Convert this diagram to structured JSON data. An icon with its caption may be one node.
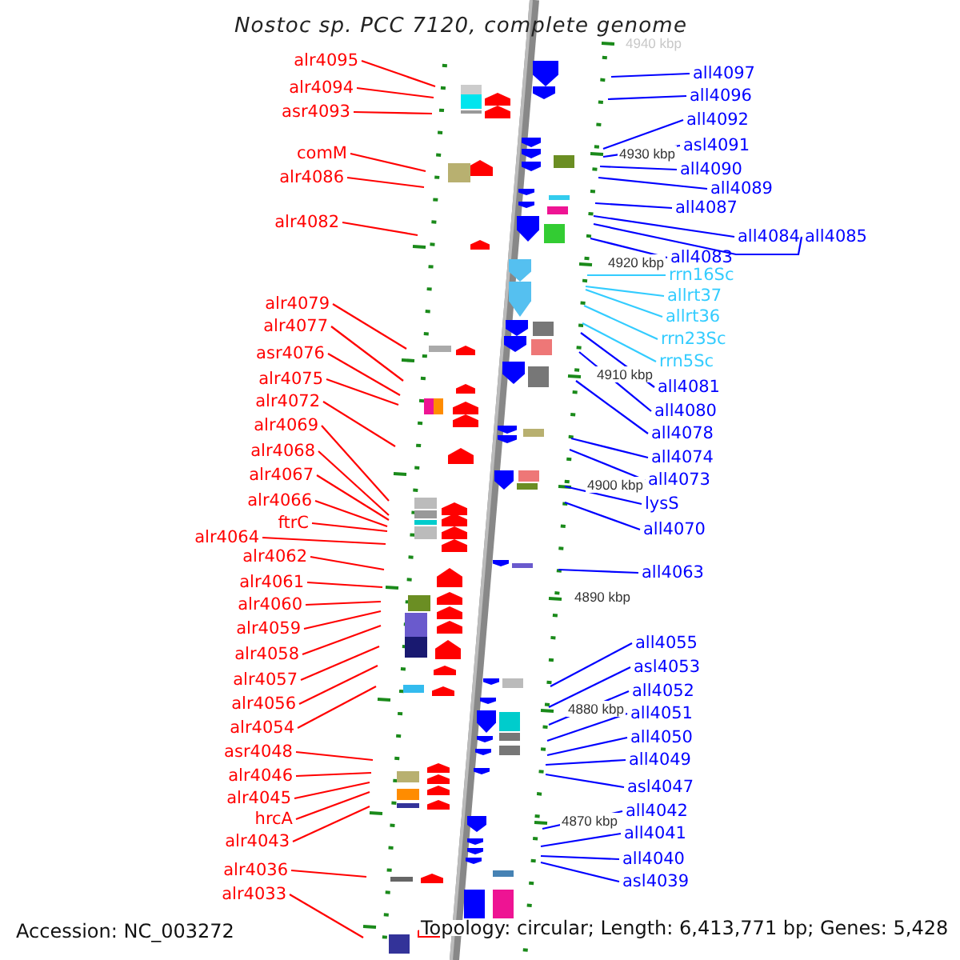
{
  "diagram": {
    "title": "Nostoc sp. PCC 7120, complete genome",
    "nodes": [
      {
        "text": [
          "alr4095"
        ]
      },
      {
        "text": [
          "alr4094"
        ]
      },
      {
        "text": [
          "asr4093"
        ]
      },
      {
        "text": [
          "comM"
        ]
      },
      {
        "text": [
          "alr4086"
        ]
      },
      {
        "text": [
          "alr4082"
        ]
      },
      {
        "text": [
          "alr4079"
        ]
      },
      {
        "text": [
          "alr4077"
        ]
      },
      {
        "text": [
          "asr4076"
        ]
      },
      {
        "text": [
          "alr4075"
        ]
      },
      {
        "text": [
          "alr4072"
        ]
      },
      {
        "text": [
          "alr4069"
        ]
      },
      {
        "text": [
          "alr4068"
        ]
      },
      {
        "text": [
          "alr4067"
        ]
      },
      {
        "text": [
          "alr4066"
        ]
      },
      {
        "text": [
          "ftrC"
        ]
      },
      {
        "text": [
          "alr4064"
        ]
      },
      {
        "text": [
          "alr4062"
        ]
      },
      {
        "text": [
          "alr4061"
        ]
      },
      {
        "text": [
          "alr4060"
        ]
      },
      {
        "text": [
          "alr4059"
        ]
      },
      {
        "text": [
          "alr4058"
        ]
      },
      {
        "text": [
          "alr4057"
        ]
      },
      {
        "text": [
          "alr4056"
        ]
      },
      {
        "text": [
          "alr4054"
        ]
      },
      {
        "text": [
          "asr4048"
        ]
      },
      {
        "text": [
          "alr4046"
        ]
      },
      {
        "text": [
          "alr4045"
        ]
      },
      {
        "text": [
          "hrcA"
        ]
      },
      {
        "text": [
          "alr4043"
        ]
      },
      {
        "text": [
          "alr4036"
        ]
      },
      {
        "text": [
          "alr4033"
        ]
      },
      {
        "text": [
          "all4097"
        ]
      },
      {
        "text": [
          "all4096"
        ]
      },
      {
        "text": [
          "all4092"
        ]
      },
      {
        "text": [
          "asl4091"
        ]
      },
      {
        "text": [
          "all4090"
        ]
      },
      {
        "text": [
          "all4089"
        ]
      },
      {
        "text": [
          "all4087"
        ]
      },
      {
        "text": [
          "all4084"
        ]
      },
      {
        "text": [
          "all4085"
        ]
      },
      {
        "text": [
          "all4083"
        ]
      },
      {
        "text": [
          "rrn16Sc"
        ]
      },
      {
        "text": [
          "allrt37"
        ]
      },
      {
        "text": [
          "allrt36"
        ]
      },
      {
        "text": [
          "rrn23Sc"
        ]
      },
      {
        "text": [
          "rrn5Sc"
        ]
      },
      {
        "text": [
          "all4081"
        ]
      },
      {
        "text": [
          "all4080"
        ]
      },
      {
        "text": [
          "all4078"
        ]
      },
      {
        "text": [
          "all4074"
        ]
      },
      {
        "text": [
          "all4073"
        ]
      },
      {
        "text": [
          "lysS"
        ]
      },
      {
        "text": [
          "all4070"
        ]
      },
      {
        "text": [
          "all4063"
        ]
      },
      {
        "text": [
          "all4055"
        ]
      },
      {
        "text": [
          "asl4053"
        ]
      },
      {
        "text": [
          "all4052"
        ]
      },
      {
        "text": [
          "all4051"
        ]
      },
      {
        "text": [
          "all4050"
        ]
      },
      {
        "text": [
          "all4049"
        ]
      },
      {
        "text": [
          "asl4047"
        ]
      },
      {
        "text": [
          "all4042"
        ]
      },
      {
        "text": [
          "all4041"
        ]
      },
      {
        "text": [
          "all4040"
        ]
      },
      {
        "text": [
          "asl4039"
        ]
      }
    ],
    "edges": [
      {
        "from": 0,
        "to": null,
        "arrow": "none"
      },
      {
        "from": 1,
        "to": null,
        "arrow": "none"
      },
      {
        "from": 2,
        "to": null,
        "arrow": "none"
      },
      {
        "from": 3,
        "to": null,
        "arrow": "none"
      },
      {
        "from": 4,
        "to": null,
        "arrow": "none"
      },
      {
        "from": 5,
        "to": null,
        "arrow": "none"
      },
      {
        "from": 6,
        "to": null,
        "arrow": "none"
      },
      {
        "from": 7,
        "to": null,
        "arrow": "none"
      },
      {
        "from": 8,
        "to": null,
        "arrow": "none"
      },
      {
        "from": 9,
        "to": null,
        "arrow": "none"
      },
      {
        "from": 10,
        "to": null,
        "arrow": "none"
      },
      {
        "from": 11,
        "to": null,
        "arrow": "none"
      },
      {
        "from": 12,
        "to": null,
        "arrow": "none"
      },
      {
        "from": 13,
        "to": null,
        "arrow": "none"
      },
      {
        "from": 14,
        "to": null,
        "arrow": "none"
      },
      {
        "from": 15,
        "to": null,
        "arrow": "none"
      },
      {
        "from": 16,
        "to": null,
        "arrow": "none"
      },
      {
        "from": 17,
        "to": null,
        "arrow": "none"
      },
      {
        "from": 18,
        "to": null,
        "arrow": "none"
      },
      {
        "from": 19,
        "to": null,
        "arrow": "none"
      },
      {
        "from": 20,
        "to": null,
        "arrow": "none"
      },
      {
        "from": 21,
        "to": null,
        "arrow": "none"
      },
      {
        "from": 22,
        "to": null,
        "arrow": "none"
      },
      {
        "from": 23,
        "to": null,
        "arrow": "none"
      },
      {
        "from": 24,
        "to": null,
        "arrow": "none"
      },
      {
        "from": 25,
        "to": null,
        "arrow": "none"
      },
      {
        "from": 26,
        "to": null,
        "arrow": "none"
      },
      {
        "from": 27,
        "to": null,
        "arrow": "none"
      },
      {
        "from": 28,
        "to": null,
        "arrow": "none"
      },
      {
        "from": 29,
        "to": null,
        "arrow": "none"
      },
      {
        "from": 30,
        "to": null,
        "arrow": "none"
      },
      {
        "from": 31,
        "to": null,
        "arrow": "none"
      },
      {
        "from": 32,
        "to": null,
        "arrow": "none",
        "color": "#0000ff"
      },
      {
        "from": 33,
        "to": null,
        "arrow": "none",
        "color": "#0000ff"
      },
      {
        "from": 34,
        "to": null,
        "arrow": "none",
        "color": "#0000ff"
      },
      {
        "from": 35,
        "to": null,
        "arrow": "none",
        "color": "#0000ff"
      },
      {
        "from": 36,
        "to": null,
        "arrow": "none",
        "color": "#0000ff"
      },
      {
        "from": 37,
        "to": null,
        "arrow": "none",
        "color": "#0000ff"
      },
      {
        "from": 38,
        "to": null,
        "arrow": "none",
        "color": "#0000ff"
      },
      {
        "from": 39,
        "to": null,
        "arrow": "none",
        "color": "#0000ff"
      },
      {
        "from": 40,
        "to": null,
        "arrow": "none",
        "color": "#0000ff"
      },
      {
        "from": 41,
        "to": null,
        "arrow": "none",
        "color": "#0000ff"
      },
      {
        "from": 42,
        "to": null,
        "arrow": "none",
        "color": "#33ccff"
      },
      {
        "from": 43,
        "to": null,
        "arrow": "none",
        "color": "#33ccff"
      },
      {
        "from": 44,
        "to": null,
        "arrow": "none",
        "color": "#33ccff"
      },
      {
        "from": 45,
        "to": null,
        "arrow": "none",
        "color": "#33ccff"
      },
      {
        "from": 46,
        "to": null,
        "arrow": "none",
        "color": "#33ccff"
      },
      {
        "from": 47,
        "to": null,
        "arrow": "none",
        "color": "#0000ff"
      },
      {
        "from": 48,
        "to": null,
        "arrow": "none",
        "color": "#0000ff"
      },
      {
        "from": 49,
        "to": null,
        "arrow": "none",
        "color": "#0000ff"
      },
      {
        "from": 50,
        "to": null,
        "arrow": "none",
        "color": "#0000ff"
      },
      {
        "from": 51,
        "to": null,
        "arrow": "none",
        "color": "#0000ff"
      },
      {
        "from": 52,
        "to": null,
        "arrow": "none",
        "color": "#0000ff"
      },
      {
        "from": 53,
        "to": null,
        "arrow": "none",
        "color": "#0000ff"
      },
      {
        "from": 54,
        "to": null,
        "arrow": "none",
        "color": "#0000ff"
      },
      {
        "from": 55,
        "to": null,
        "arrow": "none",
        "color": "#0000ff"
      },
      {
        "from": 56,
        "to": null,
        "arrow": "none",
        "color": "#0000ff"
      },
      {
        "from": 57,
        "to": null,
        "arrow": "none",
        "color": "#0000ff"
      },
      {
        "from": 58,
        "to": null,
        "arrow": "none",
        "color": "#0000ff"
      },
      {
        "from": 59,
        "to": null,
        "arrow": "none",
        "color": "#0000ff"
      },
      {
        "from": 60,
        "to": null,
        "arrow": "none",
        "color": "#0000ff"
      },
      {
        "from": 61,
        "to": null,
        "arrow": "none",
        "color": "#0000ff"
      },
      {
        "from": 62,
        "to": null,
        "arrow": "none",
        "color": "#0000ff"
      },
      {
        "from": 63,
        "to": null,
        "arrow": "none",
        "color": "#0000ff"
      },
      {
        "from": 64,
        "to": null,
        "arrow": "none",
        "color": "#0000ff"
      },
      {
        "from": 65,
        "to": null,
        "arrow": "none",
        "color": "#0000ff"
      }
    ],
    "labels": [
      "4940 kbp",
      "4930 kbp",
      "4920 kbp",
      "4910 kbp",
      "4900 kbp",
      "4890 kbp",
      "4880 kbp",
      "4870 kbp",
      "Accession: NC_003272",
      "Topology: circular; Length: 6,413,771 bp; Genes: 5,428"
    ]
  }
}
